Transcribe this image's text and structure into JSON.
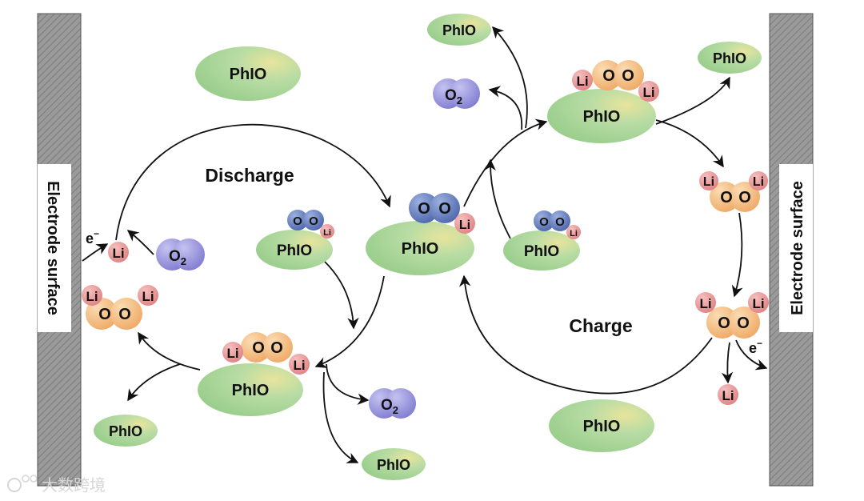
{
  "labels": {
    "discharge": "Discharge",
    "charge": "Charge",
    "electrode_left": "Electrode surface",
    "electrode_right": "Electrode surface",
    "phio": "PhIO",
    "li": "Li",
    "o": "O",
    "o2_base": "O",
    "o2_sub": "2",
    "electron": "e",
    "electron_sup": "−",
    "watermark": "大数跨境"
  },
  "colors": {
    "phio_fill": "#a9d69a",
    "li_fill": "#e58a8a",
    "o_orange": "#f2b777",
    "o_blue": "#5b73b6",
    "o2_fill": "#8a86d8",
    "electrode_gray": "#8f8f8f",
    "arrow": "#111111"
  }
}
